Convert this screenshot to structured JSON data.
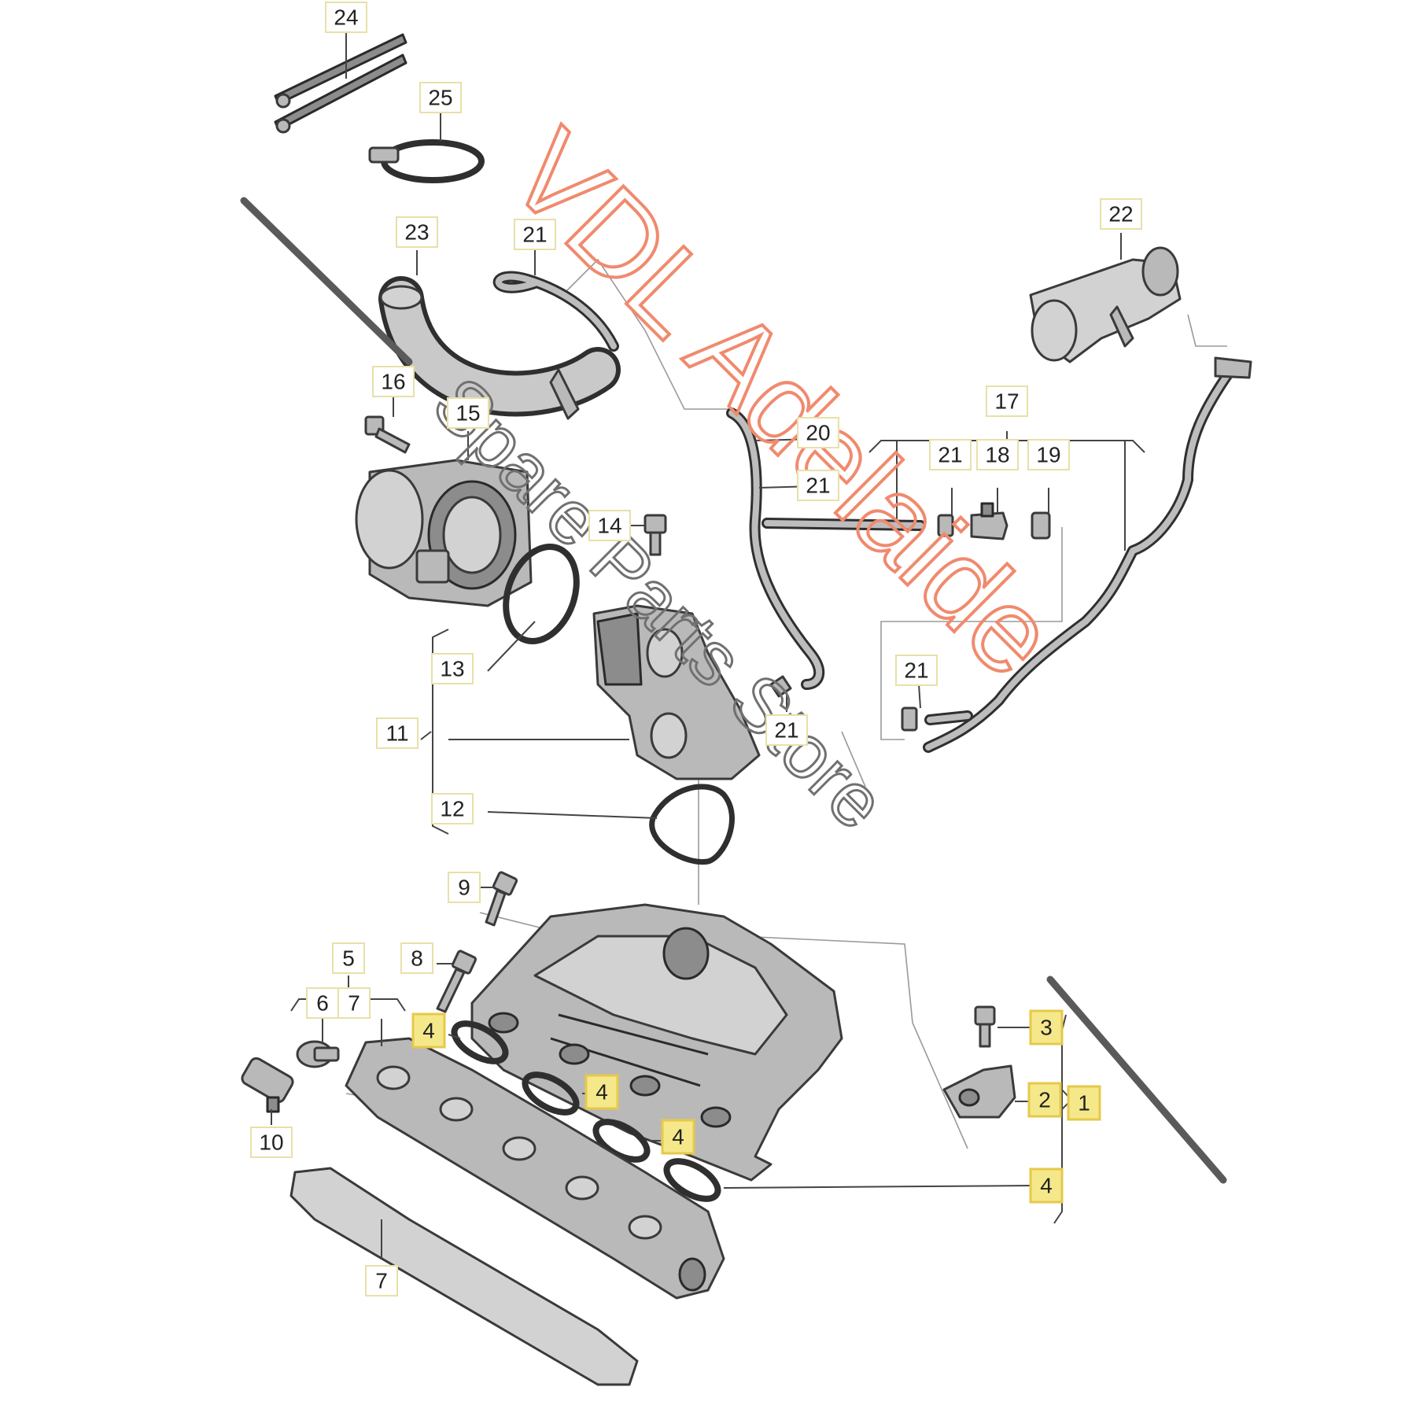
{
  "labels": [
    {
      "id": "24",
      "text": "24",
      "hl": false
    },
    {
      "id": "25",
      "text": "25",
      "hl": false
    },
    {
      "id": "23",
      "text": "23",
      "hl": false
    },
    {
      "id": "21a",
      "text": "21",
      "hl": false
    },
    {
      "id": "22",
      "text": "22",
      "hl": false
    },
    {
      "id": "16",
      "text": "16",
      "hl": false
    },
    {
      "id": "15",
      "text": "15",
      "hl": false
    },
    {
      "id": "20",
      "text": "20",
      "hl": false
    },
    {
      "id": "17",
      "text": "17",
      "hl": false
    },
    {
      "id": "21b",
      "text": "21",
      "hl": false
    },
    {
      "id": "18",
      "text": "18",
      "hl": false
    },
    {
      "id": "19",
      "text": "19",
      "hl": false
    },
    {
      "id": "21c",
      "text": "21",
      "hl": false
    },
    {
      "id": "14",
      "text": "14",
      "hl": false
    },
    {
      "id": "13",
      "text": "13",
      "hl": false
    },
    {
      "id": "21d",
      "text": "21",
      "hl": false
    },
    {
      "id": "11",
      "text": "11",
      "hl": false
    },
    {
      "id": "21e",
      "text": "21",
      "hl": false
    },
    {
      "id": "12",
      "text": "12",
      "hl": false
    },
    {
      "id": "9",
      "text": "9",
      "hl": false
    },
    {
      "id": "8",
      "text": "8",
      "hl": false
    },
    {
      "id": "5",
      "text": "5",
      "hl": false
    },
    {
      "id": "6",
      "text": "6",
      "hl": false
    },
    {
      "id": "7a",
      "text": "7",
      "hl": false
    },
    {
      "id": "4a",
      "text": "4",
      "hl": true
    },
    {
      "id": "4b",
      "text": "4",
      "hl": true
    },
    {
      "id": "4c",
      "text": "4",
      "hl": true
    },
    {
      "id": "4d",
      "text": "4",
      "hl": true
    },
    {
      "id": "3",
      "text": "3",
      "hl": true
    },
    {
      "id": "2",
      "text": "2",
      "hl": true
    },
    {
      "id": "1",
      "text": "1",
      "hl": true
    },
    {
      "id": "10",
      "text": "10",
      "hl": false
    },
    {
      "id": "7b",
      "text": "7",
      "hl": false
    }
  ],
  "watermark": {
    "line1": "VDL Adelaide",
    "line2": "Spare Parts Store",
    "color1": "#f08a6e",
    "color2": "#707070"
  }
}
